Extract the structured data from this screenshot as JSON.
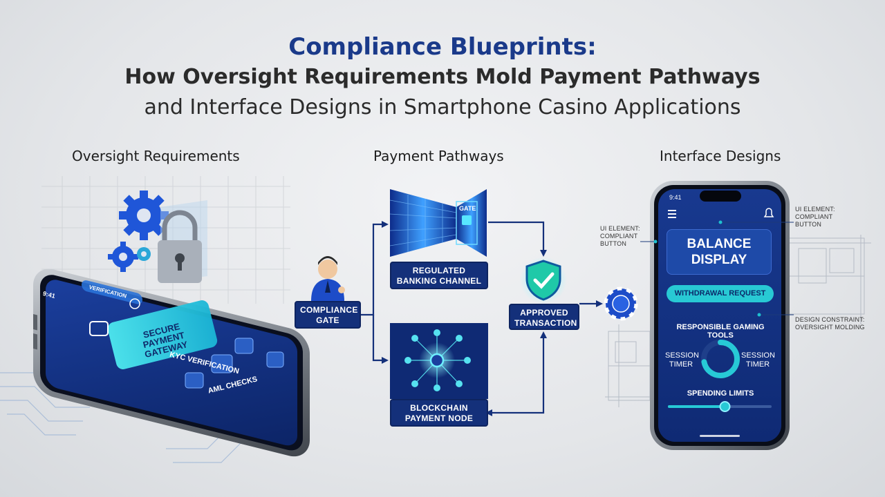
{
  "title": {
    "line1": "Compliance Blueprints:",
    "line2": "How Oversight Requirements Mold Payment Pathways",
    "line3": "and Interface Designs in Smartphone Casino Applications"
  },
  "sections": {
    "oversight": "Oversight Requirements",
    "payment": "Payment Pathways",
    "interface": "Interface Designs"
  },
  "left_phone": {
    "time": "9:41",
    "verification_chip": "VERIFICATION",
    "secure_gateway": "SECURE PAYMENT GATEWAY",
    "kyc": "KYC VERIFICATION",
    "aml": "AML CHECKS"
  },
  "flow": {
    "compliance_gate": "COMPLIANCE GATE",
    "gate": "GATE",
    "regulated": "REGULATED BANKING CHANNEL",
    "blockchain": "BLOCKCHAIN PAYMENT NODE",
    "approved": "APPROVED TRANSACTION"
  },
  "right_phone": {
    "time": "9:41",
    "balance": "BALANCE DISPLAY",
    "withdrawal": "WITHDRAWAL REQUEST",
    "rg_tools": "RESPONSIBLE GAMING TOOLS",
    "timer_left": "SESSION TIMER",
    "timer_right": "SESSION TIMER",
    "spending": "SPENDING LIMITS",
    "session_progress": 0.72,
    "spending_level": 0.55
  },
  "annotations": {
    "ui_element_right": "UI ELEMENT: COMPLIANT BUTTON",
    "ui_element_left": "UI ELEMENT: COMPLIANT BUTTON",
    "design_constraint": "DESIGN CONSTRAINT: OVERSIGHT MOLDING"
  },
  "colors": {
    "navy": "#14307a",
    "title_blue": "#1a3a8a",
    "cyan": "#28c9d4",
    "accent_blue": "#1e5ad8"
  }
}
